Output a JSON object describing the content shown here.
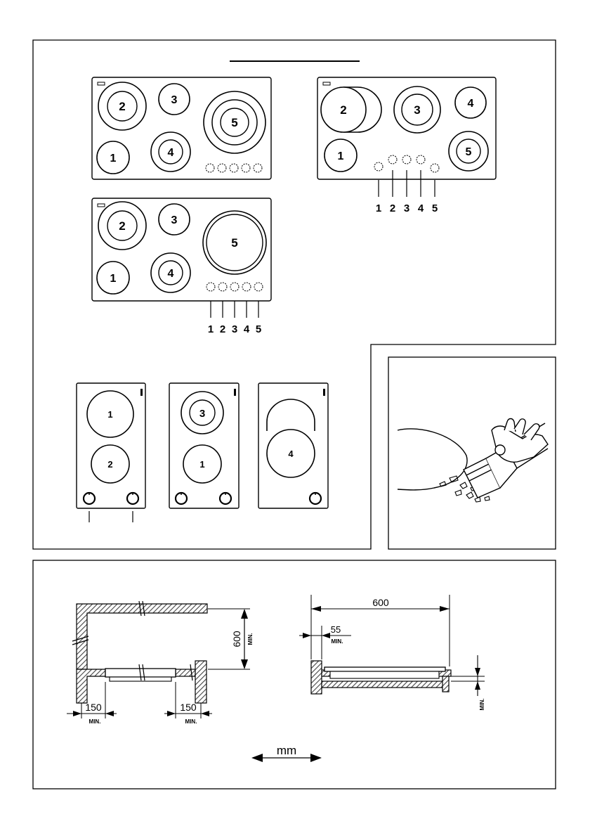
{
  "hobs": {
    "top_left": {
      "zones": [
        "1",
        "2",
        "3",
        "4",
        "5"
      ]
    },
    "top_right": {
      "zones": [
        "1",
        "2",
        "3",
        "4",
        "5"
      ],
      "knob_labels": [
        "1",
        "2",
        "3",
        "4",
        "5"
      ]
    },
    "middle": {
      "zones": [
        "1",
        "2",
        "3",
        "4",
        "5"
      ],
      "knob_labels": [
        "1",
        "2",
        "3",
        "4",
        "5"
      ]
    }
  },
  "dominos": {
    "a": {
      "zones": [
        "1",
        "2"
      ]
    },
    "b": {
      "zones": [
        "3",
        "1"
      ]
    },
    "c": {
      "zones": [
        "4"
      ]
    }
  },
  "installation": {
    "left": {
      "height": "600",
      "height_note": "MIN.",
      "side_left": "150",
      "side_left_note": "MIN.",
      "side_right": "150",
      "side_right_note": "MIN."
    },
    "right": {
      "width": "600",
      "back": "55",
      "back_note": "MIN.",
      "gap_note": "MIN."
    },
    "unit": "mm"
  },
  "colors": {
    "ink": "#000000",
    "hatch": "#555555",
    "paper": "#ffffff"
  }
}
